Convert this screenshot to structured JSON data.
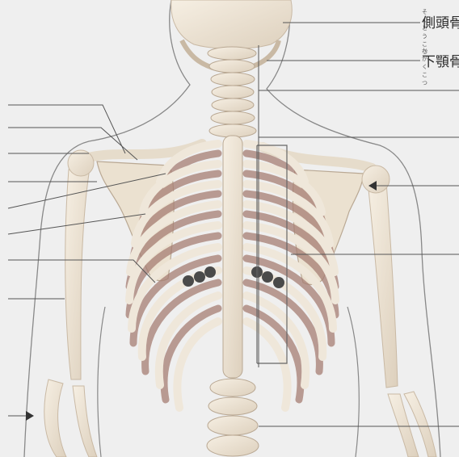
{
  "labels": {
    "temporal": {
      "ruby": "そくとうこつ",
      "text": "側頭骨"
    },
    "mandible": {
      "ruby": "かがくこつ",
      "text": "下顎骨"
    }
  },
  "colors": {
    "background": "#efefef",
    "bone": "#eee5d6",
    "bone_shadow": "#c9b9a4",
    "muscle_gap": "#a67e73",
    "leader_line": "#555555",
    "marker_dot": "#4a4a4a"
  }
}
